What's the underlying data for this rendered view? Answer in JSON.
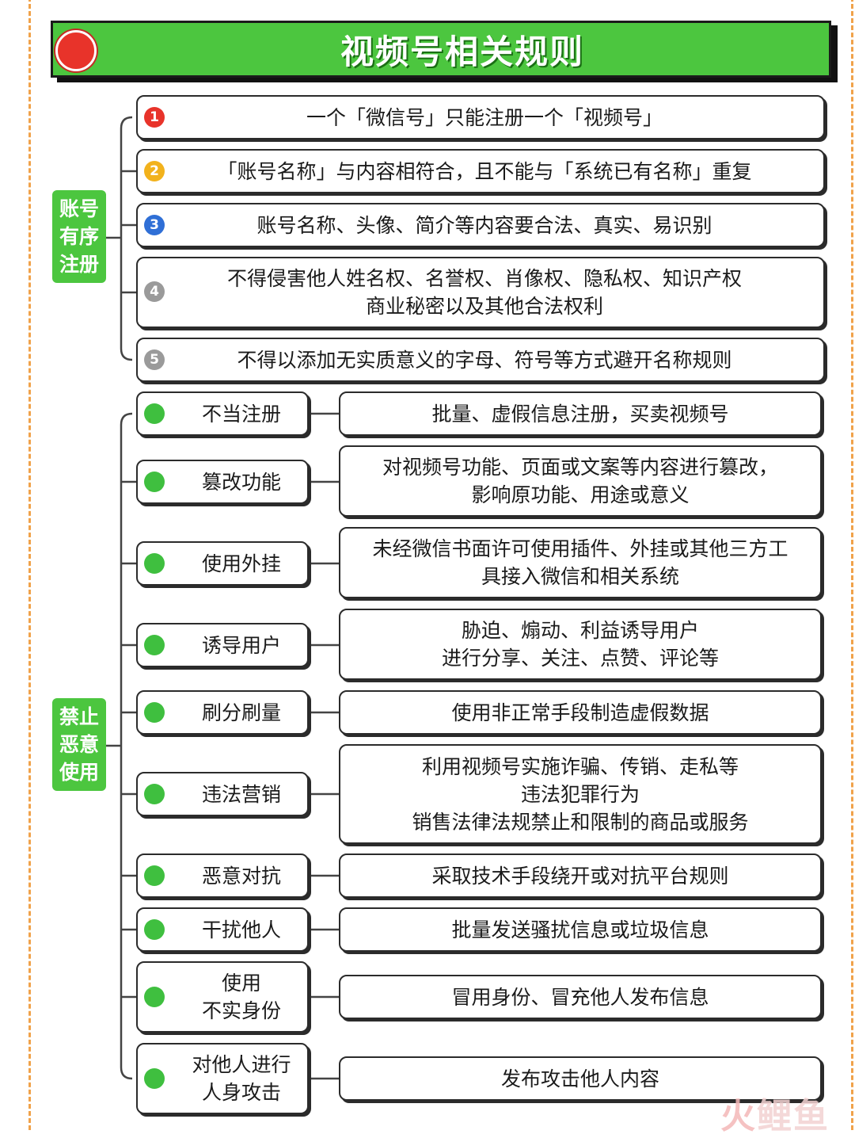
{
  "title": "视频号相关规则",
  "colors": {
    "accent": "#4cc63f",
    "title_dot": "#e8332a",
    "frame": "#f0a24a"
  },
  "sections": [
    {
      "label": "账号\n有序\n注册",
      "rules": [
        {
          "marker": "1",
          "marker_color": "#e8332a",
          "text": "一个「微信号」只能注册一个「视频号」"
        },
        {
          "marker": "2",
          "marker_color": "#f2b21c",
          "text": "「账号名称」与内容相符合，且不能与「系统已有名称」重复"
        },
        {
          "marker": "3",
          "marker_color": "#2f6fd6",
          "text": "账号名称、头像、简介等内容要合法、真实、易识别"
        },
        {
          "marker": "4",
          "marker_color": "#9a9a9a",
          "text": "不得侵害他人姓名权、名誉权、肖像权、隐私权、知识产权\n商业秘密以及其他合法权利"
        },
        {
          "marker": "5",
          "marker_color": "#9a9a9a",
          "text": "不得以添加无实质意义的字母、符号等方式避开名称规则"
        }
      ]
    },
    {
      "label": "禁止\n恶意\n使用",
      "items": [
        {
          "category": "不当注册",
          "description": "批量、虚假信息注册，买卖视频号"
        },
        {
          "category": "篡改功能",
          "description": "对视频号功能、页面或文案等内容进行篡改，\n影响原功能、用途或意义"
        },
        {
          "category": "使用外挂",
          "description": "未经微信书面许可使用插件、外挂或其他三方工\n具接入微信和相关系统"
        },
        {
          "category": "诱导用户",
          "description": "胁迫、煽动、利益诱导用户\n进行分享、关注、点赞、评论等"
        },
        {
          "category": "刷分刷量",
          "description": "使用非正常手段制造虚假数据"
        },
        {
          "category": "违法营销",
          "description": "利用视频号实施诈骗、传销、走私等\n违法犯罪行为\n销售法律法规禁止和限制的商品或服务"
        },
        {
          "category": "恶意对抗",
          "description": "采取技术手段绕开或对抗平台规则"
        },
        {
          "category": "干扰他人",
          "description": "批量发送骚扰信息或垃圾信息"
        },
        {
          "category": "使用\n不实身份",
          "description": "冒用身份、冒充他人发布信息"
        },
        {
          "category": "对他人进行\n人身攻击",
          "description": "发布攻击他人内容"
        }
      ]
    }
  ],
  "watermark": {
    "part1": "火",
    "part2": "鲤鱼"
  }
}
